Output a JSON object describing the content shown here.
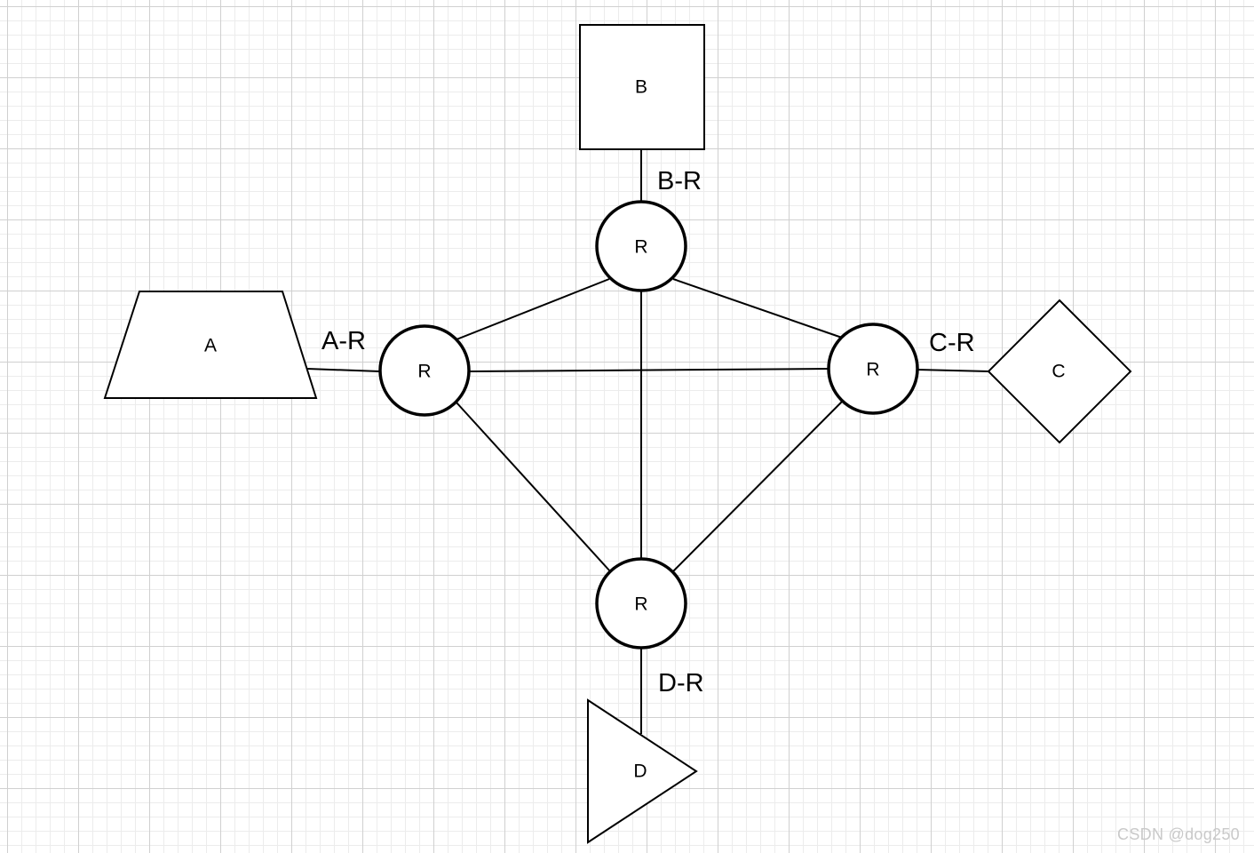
{
  "diagram": {
    "nodes": {
      "a": {
        "label": "A",
        "shape": "trapezoid"
      },
      "b": {
        "label": "B",
        "shape": "square"
      },
      "c": {
        "label": "C",
        "shape": "diamond"
      },
      "d": {
        "label": "D",
        "shape": "triangle"
      },
      "router_top": {
        "label": "R",
        "shape": "circle"
      },
      "router_left": {
        "label": "R",
        "shape": "circle"
      },
      "router_right": {
        "label": "R",
        "shape": "circle"
      },
      "router_bottom": {
        "label": "R",
        "shape": "circle"
      }
    },
    "edge_labels": {
      "a_r": "A-R",
      "b_r": "B-R",
      "c_r": "C-R",
      "d_r": "D-R"
    },
    "edges": [
      [
        "a",
        "router_left"
      ],
      [
        "b",
        "router_top"
      ],
      [
        "c",
        "router_right"
      ],
      [
        "d",
        "router_bottom"
      ],
      [
        "router_top",
        "router_left"
      ],
      [
        "router_top",
        "router_right"
      ],
      [
        "router_top",
        "router_bottom"
      ],
      [
        "router_left",
        "router_right"
      ],
      [
        "router_left",
        "router_bottom"
      ],
      [
        "router_right",
        "router_bottom"
      ]
    ]
  },
  "watermark": "CSDN @dog250"
}
